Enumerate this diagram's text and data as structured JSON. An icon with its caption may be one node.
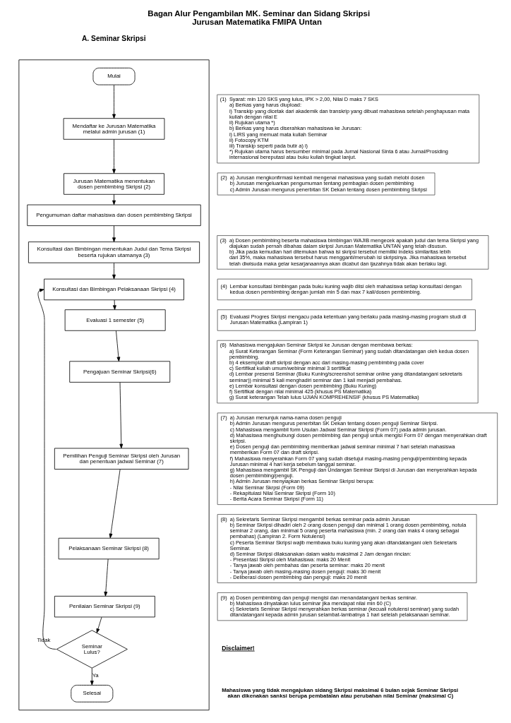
{
  "diagram": {
    "title": "Bagan Alur Pengambilan MK. Seminar dan Sidang Skripsi Jurusan Matematika FMIPA Untan",
    "nodes": [
      {
        "text": [],
        "shape": "box"
      },
      {
        "text": [
          "Mulai"
        ],
        "in": 0
      },
      {
        "text": [
          "Mendaftar ke Jurusan Matematika melalui admin jurusan (1)"
        ],
        "in": 0
      },
      {
        "text": [
          "Jurusan Matematika menentukan dosen pembimbing Skripsi (2)"
        ],
        "in": 0
      },
      {
        "text": [
          "Pengumuman daftar mahasiswa dan dosen pembimbing Skripsi"
        ],
        "in": 0
      },
      {
        "text": [
          "Konsultasi dan Bimbingan menentukan Judul dan Tema Skripsi beserta rujukan utamanya (3)"
        ],
        "in": 0
      },
      {
        "text": [
          "Konsultasi dan Bimbingan Pelaksanaan Skripsi (4)"
        ],
        "in": 0
      },
      {
        "text": [
          "Evaluasi 1 semester (5)"
        ],
        "in": 0
      },
      {
        "text": [
          "Pengajuan Seminar Skripsi(6)"
        ],
        "in": 0
      },
      {
        "text": [
          "Pemilihan Penguji Seminar Skripsi oleh Jurusan dan penentuan jadwal Seminar (7)"
        ],
        "in": 0
      },
      {
        "text": [
          "Pelaksanaan Seminar Skripsi (8)"
        ],
        "in": 0
      },
      {
        "text": [
          "Penilaian Seminar Skripsi (9)"
        ],
        "in": 0
      },
      {
        "text": [
          "Seminar Lulus?"
        ],
        "in": 0
      },
      {
        "text": [
          "Selesai"
        ],
        "in": 0
      },
      {
        "text": [
          "(1)",
          "Syarat: min 120 SKS yang lulus, IPK > 2,00, Nilai D maks 7 SKS",
          "a) Berkas yang harus diupload:",
          "i) Transkip yang dicetak dari akademik dan transkrip yang dibuat mahasiswa setelah penghapusan mata kuliah dengan nilai E",
          "ii) Rujukan utama *)",
          "b) Berkas yang harus diserahkan mahasiswa ke Jurusan:",
          "i) LIRS yang memuat mata kuliah Seminar",
          "ii) Fotocopy KTM",
          "iii) Transkip seperti pada butir a) i)",
          "*) Rujukan utama harus bersumber minimal pada Jurnal Nasional Sinta 6 atau Jurnal/Prosiding internasional bereputasi atau buku kuliah tingkat lanjut."
        ]
      },
      {
        "text": [
          "(2)",
          "a) Jurusan mengkonfirmasi kembali mengenai mahasiswa yang sudah melobi dosen",
          "b) Jurusan mengeluarkan pengumuman tentang pembagian dosen pembimbing",
          "c) Admin Jurusan mengurus penerbitan SK Dekan tentang dosen pembimbing Skripsi"
        ]
      },
      {
        "text": [
          "(3)",
          "a) Dosen pembimbing beserta mahasiswa bimbingan WAJIB mengecek apakah judul dan tema Skripsi yang diajukan sudah pernah dibahas dalam skripsi Jurusan Matematika UNTAN yang telah disusun.",
          "b) Jika pada kemudian hari ditemukan bahwa isi skripsi tersebut memiliki indeks similaritas lebih dari 35%, maka mahasiswa tersebut harus mengganti/merubah isi skripsinya. Jika mahasiswa tersebut telah diwisuda maka gelar kesarjanaannya akan dicabut dan ijazahnya tidak akan berlaku lagi."
        ]
      },
      {
        "text": [
          "(4)",
          "Lembar konsultasi bimbingan pada buku kuning wajib diisi oleh mahasiswa setiap konsultasi dengan kedua dosen pembimbing dengan jumlah min 5 dan max 7 kali/dosen pembimbing."
        ]
      },
      {
        "text": [
          "(5)",
          "Evaluasi Progres Skripsi mengacu pada ketentuan yang berlaku pada masing-masing program studi di Jurusan Matematika (Lampiran 1)"
        ]
      },
      {
        "text": [
          "(6)",
          "Mahasiswa mengajukan Seminar Skripsi ke Jurusan dengan membawa berkas:",
          "a) Surat Keterangan Seminar (Form Keterangan Seminar) yang sudah ditandatangan oleh kedua dosen pembimbing.",
          "b) 4 eksemplar draft skripsi dengan acc dari masing-masing pembimbing pada cover",
          "c) Sertifikat kuliah umum/webinar minimal 3 sertifikat",
          "d) Lembar presensi Seminar (Buku Kuning/screenshot seminar online yang ditandatangani sekretaris seminar)) minimal 5 kali menghadiri seminar dan 1 kali menjadi pembahas.",
          "e) Lembar konsultasi dengan dosen pembimbing (Buku Kuning)",
          "f) Sertifikat dengan nilai minimal 425 (khusus PS Matematika)",
          "g) Surat keterangan Telah lulus UJIAN KOMPREHENSIF (khusus PS Matematika)"
        ]
      },
      {
        "text": [
          "(7)",
          "a) Jurusan menunjuk nama-nama dosen penguji",
          "b) Admin Jurusan mengurus penerbitan SK Dekan tentang dosen penguji Seminar Skripsi.",
          "c) Mahasiswa mengambil form Usulan Jadwal Seminar Skripsi (Form 07) pada admin jurusan.",
          "d) Mahasiswa menghubungi dosen pembimbing dan penguji untuk mengisi Form 07 dengan menyerahkan draft skripsi.",
          "e) Dosen penguji dan pembimbing memberikan jadwal seminar minimal 7 hari setelah mahasiswa memberikan Form 07 dan draft skripsi.",
          "f) Mahasiswa menyerahkan Form 07 yang sudah disetujui masing-masing penguji/pembimbing kepada Jurusan minimal 4 hari kerja sebelum tanggal seminar.",
          "g) Mahasiswa mengambil SK Penguji dan Undangan Seminar Skripsi di Jurusan dan menyerahkan kepada dosen pembimbing/penguji.",
          "h) Admin Jurusan menyiapkan berkas Seminar Skripsi berupa:",
          "- Nilai Seminar Skrpsi (Form 09)",
          "- Rekapitulasi Nilai Seminar Skripsi (Form 10)",
          "- Berita Acara Seminar Skripsi (Form 11)"
        ]
      },
      {
        "text": [
          "(8)",
          "a) Sekretaris Seminar Skripsi mengambil berkas seminar pada admin Jurusan",
          "b) Seminar Skripsi dihadiri oleh 2 orang dosen penguji dan minimal 1 orang dosen pembimbing, notula seminar 2 orang, dan minimal 5 orang peserta mahasiswa (min. 2 orang dan maks 4 orang sebagai pembahas) (Lampiran 2. Form Notulensi)",
          "c) Peserta Seminar Skripsi wajib membawa buku kuning yang akan ditandatangani oleh Sekretaris Seminar.",
          "d) Seminar Skripsi dilaksanakan dalam waktu maksimal 2 Jam dengan rincian:",
          "- Presentasi Skripsi oleh Mahasiswa: maks 20 Menit",
          "- Tanya jawab oleh pembahas dan peserta seminar: maks 20 menit",
          "- Tanya jawab oleh masing-masing dosen penguji: maks 30 menit",
          "- Deliberasi dosen pembimbing dan penguji: maks 20 menit"
        ]
      },
      {
        "text": [
          "(9)",
          "a) Dosen pembimbing dan penguji mengisi dan menandatangani berkas seminar.",
          "b) Mahasiswa dinyatakan lulus seminar jika mendapat nilai min 60 (C)",
          "c) Sekretaris Seminar Skripsi menyerahkan berkas seminar (kecuali notulensi seminar) yang sudah ditandatangani kepada admin jurusan selambat-lambatnya 1 hari setelah pelaksanaan seminar."
        ]
      }
    ],
    "edges": [
      {
        "from": 1,
        "to": 2,
        "arrow": "to"
      },
      {
        "from": 2,
        "to": 3,
        "arrow": "to"
      },
      {
        "from": 3,
        "to": 4,
        "arrow": "to"
      },
      {
        "from": 4,
        "to": 5,
        "arrow": "to"
      },
      {
        "from": 5,
        "to": 6,
        "arrow": "to"
      },
      {
        "from": 6,
        "to": 7,
        "arrow": "to"
      },
      {
        "from": 7,
        "to": 8,
        "arrow": "to"
      },
      {
        "from": 8,
        "to": 9,
        "arrow": "to"
      },
      {
        "from": 9,
        "to": 10,
        "arrow": "to"
      },
      {
        "from": 10,
        "to": 11,
        "arrow": "to"
      },
      {
        "from": 11,
        "to": 12,
        "arrow": "to"
      },
      {
        "from": 12,
        "to": 6,
        "arrow": "to",
        "label": "Tidak"
      },
      {
        "from": 12,
        "to": 13,
        "arrow": "to",
        "label": "Ya"
      }
    ],
    "labels": [
      "A. Seminar Skripsi",
      "Disclaimer!",
      "Mahasiswa yang tidak mengajukan sidang Skripsi maksimal 6 bulan sejak Seminar Skripsi akan dikenakan sanksi berupa pembatalan atau perubahan nilai Seminar (maksimal C)"
    ]
  }
}
